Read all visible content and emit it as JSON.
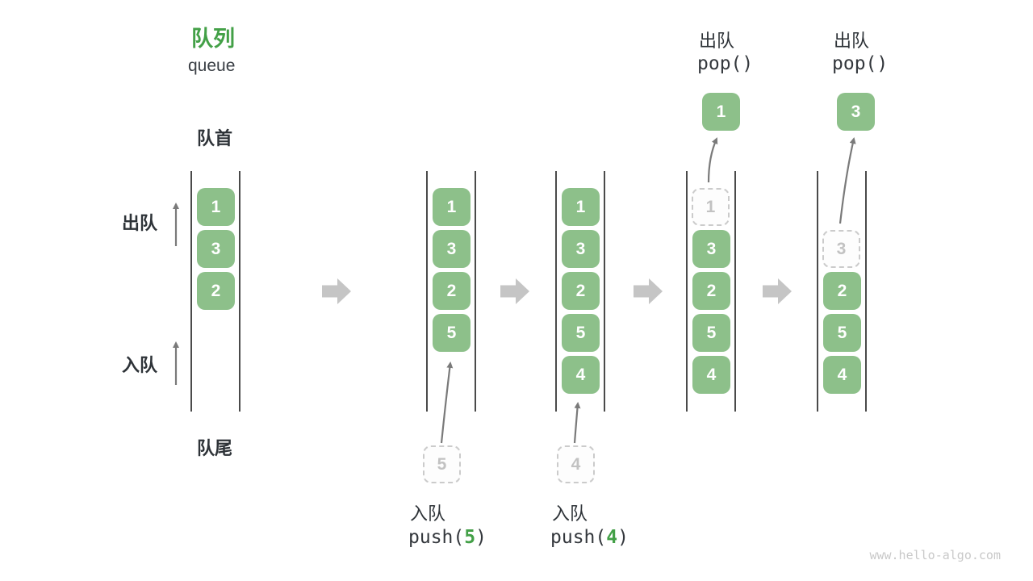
{
  "title": {
    "zh": "队列",
    "en": "queue"
  },
  "side_labels": {
    "front": "队首",
    "rear": "队尾",
    "dequeue": "出队",
    "enqueue": "入队"
  },
  "states": [
    {
      "name": "initial",
      "cells": [
        {
          "value": "1",
          "type": "solid"
        },
        {
          "value": "3",
          "type": "solid"
        },
        {
          "value": "2",
          "type": "solid"
        }
      ]
    },
    {
      "name": "push-5",
      "cells": [
        {
          "value": "1",
          "type": "solid"
        },
        {
          "value": "3",
          "type": "solid"
        },
        {
          "value": "2",
          "type": "solid"
        },
        {
          "value": "5",
          "type": "solid"
        }
      ],
      "pending": "5",
      "op": {
        "label": "入队",
        "code_open": "push(",
        "code_arg": "5",
        "code_close": ")"
      }
    },
    {
      "name": "push-4",
      "cells": [
        {
          "value": "1",
          "type": "solid"
        },
        {
          "value": "3",
          "type": "solid"
        },
        {
          "value": "2",
          "type": "solid"
        },
        {
          "value": "5",
          "type": "solid"
        },
        {
          "value": "4",
          "type": "solid"
        }
      ],
      "pending": "4",
      "op": {
        "label": "入队",
        "code_open": "push(",
        "code_arg": "4",
        "code_close": ")"
      }
    },
    {
      "name": "pop-1",
      "cells": [
        {
          "value": "1",
          "type": "dashed"
        },
        {
          "value": "3",
          "type": "solid"
        },
        {
          "value": "2",
          "type": "solid"
        },
        {
          "value": "5",
          "type": "solid"
        },
        {
          "value": "4",
          "type": "solid"
        }
      ],
      "popped": "1",
      "op": {
        "label": "出队",
        "code": "pop()"
      }
    },
    {
      "name": "pop-3",
      "cells": [
        {
          "value": "3",
          "type": "dashed"
        },
        {
          "value": "2",
          "type": "solid"
        },
        {
          "value": "5",
          "type": "solid"
        },
        {
          "value": "4",
          "type": "solid"
        }
      ],
      "popped": "3",
      "op": {
        "label": "出队",
        "code": "pop()"
      }
    }
  ],
  "watermark": "www.hello-algo.com",
  "colors": {
    "accent_green": "#43A047",
    "cell_green": "#8DC08A",
    "text_dark": "#2E3338",
    "line_dark": "#4A4A4A",
    "thin_arrow": "#7A7A7A",
    "block_arrow": "#C5C5C5",
    "dashed_border": "#CBCBCB",
    "dashed_text": "#C2C2C2",
    "watermark_gray": "#C9C9C9"
  }
}
